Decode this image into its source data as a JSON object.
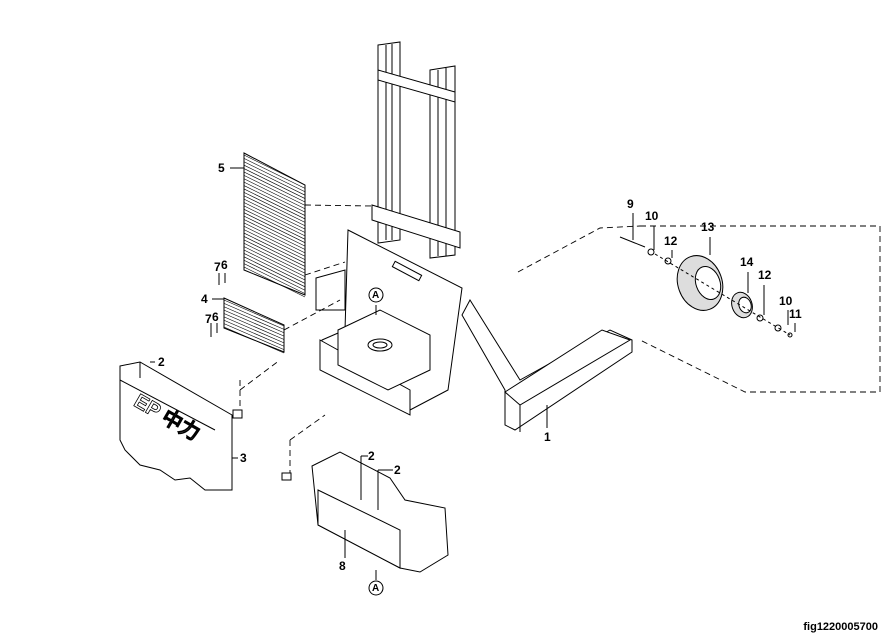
{
  "figure_id": "fig1220005700",
  "callouts": {
    "c1": "1",
    "c2a": "2",
    "c2b": "2",
    "c2c": "2",
    "c3": "3",
    "c4": "4",
    "c5": "5",
    "c7a": "7",
    "c6a": "6",
    "c7b": "7",
    "c6b": "6",
    "c8": "8",
    "c9": "9",
    "c10a": "10",
    "c10b": "10",
    "c11": "11",
    "c12a": "12",
    "c12b": "12",
    "c13": "13",
    "c14": "14",
    "refA1": "A",
    "refA2": "A"
  },
  "logo_text": "EP 中力"
}
